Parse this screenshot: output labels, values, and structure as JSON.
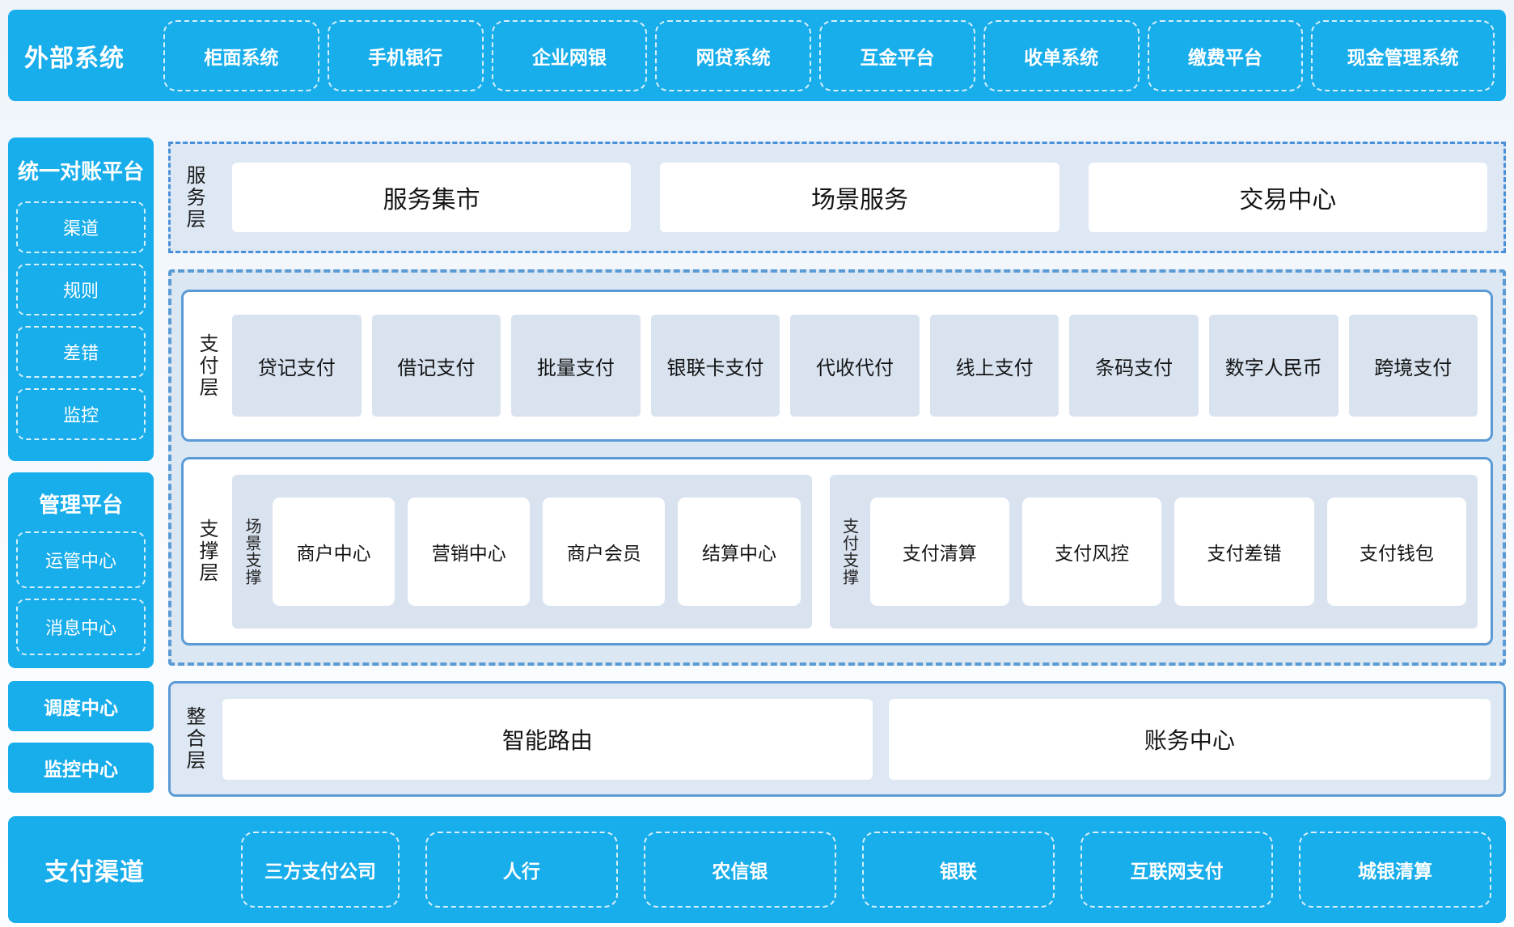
{
  "colors": {
    "primary_blue": "#18ADEB",
    "panel_border_blue": "#5B9BD5",
    "container_bg": "#DCE7F4",
    "item_bg": "#D9E3F0"
  },
  "top_bar": {
    "title": "外部系统",
    "items": [
      "柜面系统",
      "手机银行",
      "企业网银",
      "网贷系统",
      "互金平台",
      "收单系统",
      "缴费平台",
      "现金管理系统"
    ]
  },
  "sidebar": {
    "reconciliation_platform": {
      "title": "统一对账平台",
      "items": [
        "渠道",
        "规则",
        "差错",
        "监控"
      ]
    },
    "management_platform": {
      "title": "管理平台",
      "items": [
        "运管中心",
        "消息中心"
      ]
    },
    "dispatch_center": "调度中心",
    "monitor_center": "监控中心"
  },
  "service_layer": {
    "label": "服务层",
    "items": [
      "服务集市",
      "场景服务",
      "交易中心"
    ]
  },
  "payment_layer": {
    "label": "支付层",
    "items": [
      "贷记支付",
      "借记支付",
      "批量支付",
      "银联卡支付",
      "代收代付",
      "线上支付",
      "条码支付",
      "数字人民币",
      "跨境支付"
    ]
  },
  "support_layer": {
    "label": "支撑层",
    "groups": [
      {
        "label": "场景支撑",
        "items": [
          "商户中心",
          "营销中心",
          "商户会员",
          "结算中心"
        ]
      },
      {
        "label": "支付支撑",
        "items": [
          "支付清算",
          "支付风控",
          "支付差错",
          "支付钱包"
        ]
      }
    ]
  },
  "integration_layer": {
    "label": "整合层",
    "items": [
      "智能路由",
      "账务中心"
    ]
  },
  "bottom_bar": {
    "title": "支付渠道",
    "items": [
      "三方支付公司",
      "人行",
      "农信银",
      "银联",
      "互联网支付",
      "城银清算"
    ]
  }
}
